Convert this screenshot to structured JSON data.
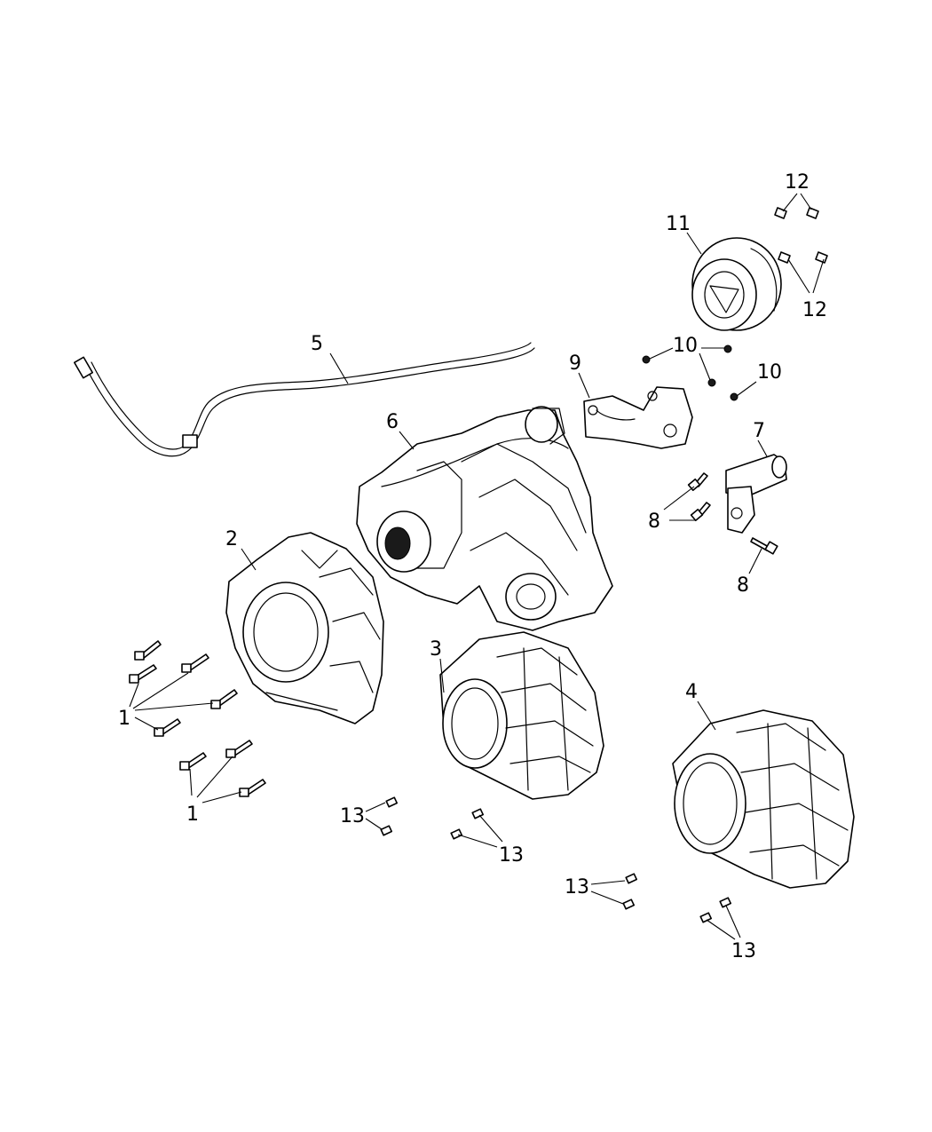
{
  "callouts": {
    "c1a": "1",
    "c1b": "1",
    "c2": "2",
    "c3": "3",
    "c4": "4",
    "c5": "5",
    "c6": "6",
    "c7": "7",
    "c8a": "8",
    "c8b": "8",
    "c9": "9",
    "c10a": "10",
    "c10b": "10",
    "c11": "11",
    "c12a": "12",
    "c12b": "12",
    "c13a": "13",
    "c13b": "13",
    "c13c": "13",
    "c13d": "13"
  }
}
